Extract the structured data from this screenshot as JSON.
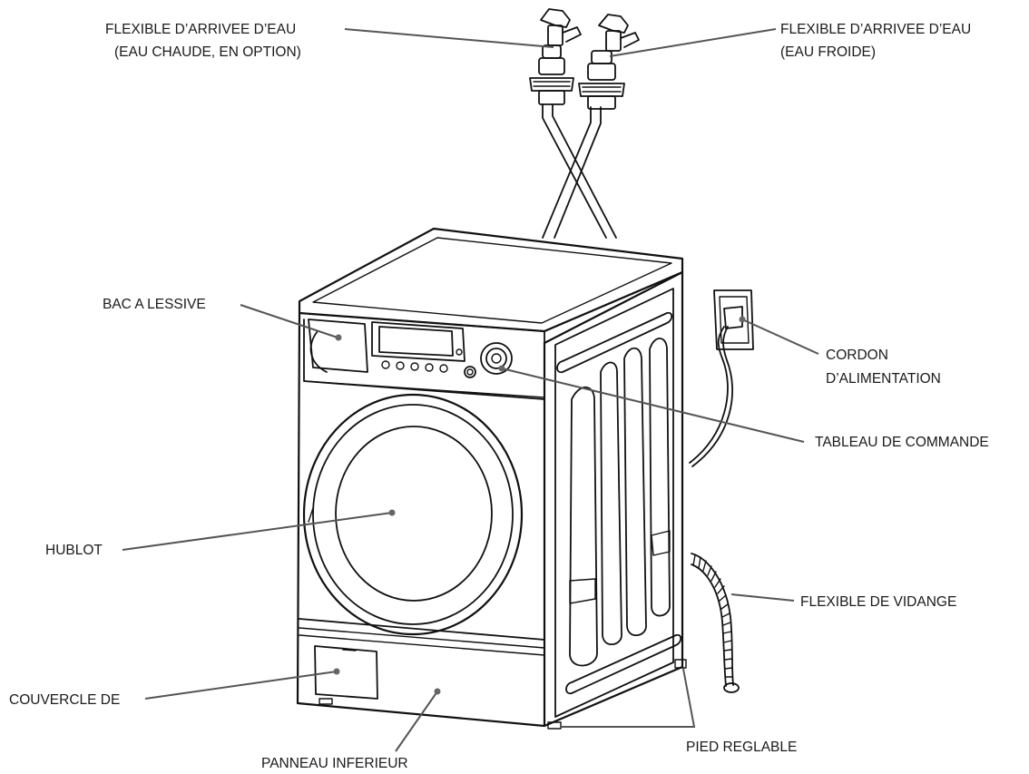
{
  "labels": {
    "hot_hose": {
      "line1": "FLEXIBLE D’ARRIVEE D’EAU",
      "line2": "(EAU CHAUDE, EN OPTION)"
    },
    "cold_hose": {
      "line1": "FLEXIBLE D’ARRIVEE D’EAU",
      "line2": "(EAU FROIDE)"
    },
    "detergent_drawer": "BAC A LESSIVE",
    "power_cord": {
      "line1": "CORDON",
      "line2": "D’ALIMENTATION"
    },
    "control_panel": "TABLEAU DE COMMANDE",
    "door": "HUBLOT",
    "drain_hose": "FLEXIBLE DE VIDANGE",
    "filter_cover": "COUVERCLE DE",
    "lower_panel": "PANNEAU INFERIEUR",
    "adjustable_foot": "PIED REGLABLE"
  },
  "colors": {
    "leader_line": "#555555",
    "outline": "#111111",
    "text": "#1a1a1a"
  }
}
